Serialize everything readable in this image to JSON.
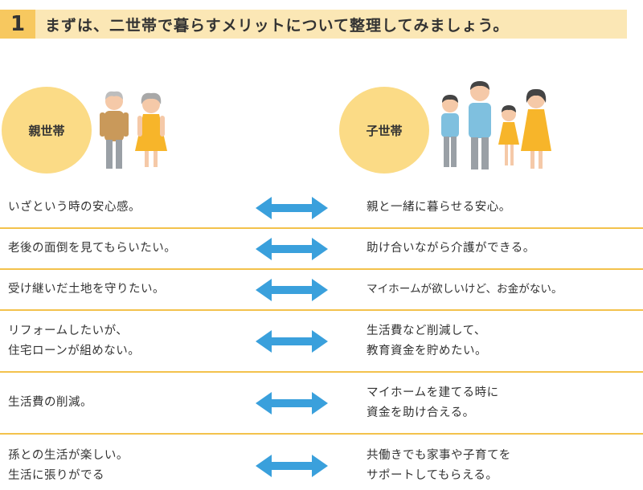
{
  "header": {
    "number": "1",
    "title": "まずは、二世帯で暮らすメリットについて整理してみましょう。"
  },
  "groups": {
    "parent_label": "親世帯",
    "child_label": "子世帯"
  },
  "colors": {
    "accent": "#f7c85f",
    "header_bg": "#fbe7b5",
    "blob": "#fbdb86",
    "divider": "#f3c24c",
    "arrow": "#3aa0dc"
  },
  "rows": [
    {
      "left": [
        "いざという時の安心感。"
      ],
      "right": [
        "親と一緒に暮らせる安心。"
      ]
    },
    {
      "left": [
        "老後の面倒を見てもらいたい。"
      ],
      "right": [
        "助け合いながら介護ができる。"
      ]
    },
    {
      "left": [
        "受け継いだ土地を守りたい。"
      ],
      "right": [
        "マイホームが欲しいけど、お金がない。"
      ]
    },
    {
      "left": [
        "リフォームしたいが、",
        "住宅ローンが組めない。"
      ],
      "right": [
        "生活費など削減して、",
        "教育資金を貯めたい。"
      ]
    },
    {
      "left": [
        "生活費の削減。"
      ],
      "right": [
        "マイホームを建てる時に",
        "資金を助け合える。"
      ]
    },
    {
      "left": [
        "孫との生活が楽しい。",
        "生活に張りがでる"
      ],
      "right": [
        "共働きでも家事や子育てを",
        "サポートしてもらえる。"
      ]
    }
  ]
}
